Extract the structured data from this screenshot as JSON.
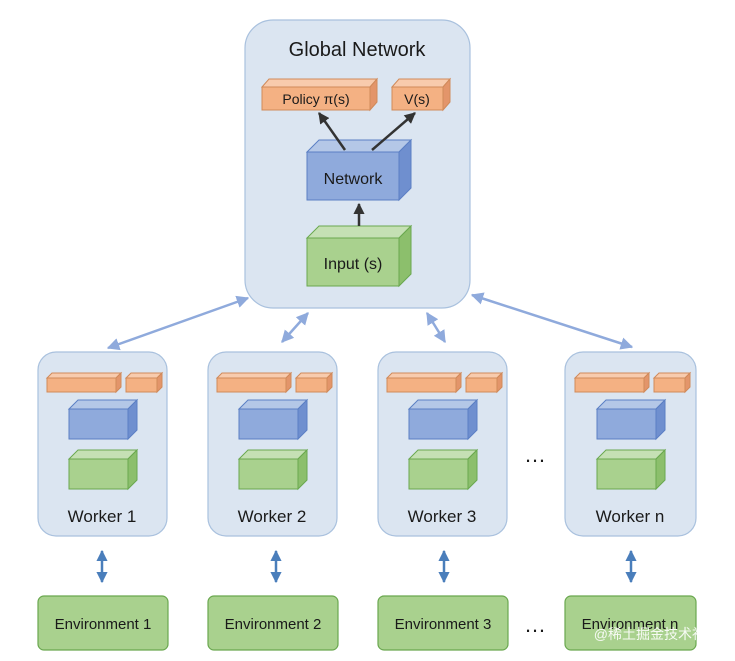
{
  "global": {
    "title": "Global Network",
    "policy_label": "Policy π(s)",
    "value_label": "V(s)",
    "network_label": "Network",
    "input_label": "Input (s)"
  },
  "workers": [
    {
      "label": "Worker 1"
    },
    {
      "label": "Worker 2"
    },
    {
      "label": "Worker 3"
    },
    {
      "label": "Worker n"
    }
  ],
  "environments": [
    {
      "label": "Environment 1"
    },
    {
      "label": "Environment 2"
    },
    {
      "label": "Environment 3"
    },
    {
      "label": "Environment n"
    }
  ],
  "ellipsis": "…",
  "watermark": "@稀土掘金技术社区",
  "colors": {
    "panel": "#dbe5f1",
    "orange": "#f4b183",
    "blue": "#8faadc",
    "green": "#a9d18e"
  }
}
